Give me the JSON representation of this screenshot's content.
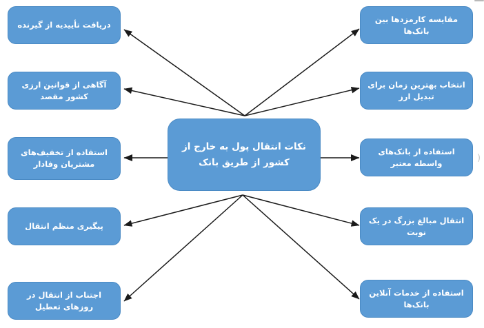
{
  "diagram": {
    "type": "mind-map",
    "language": "fa",
    "direction": "rtl",
    "title": "نکات انتقال پول به خارج از کشور از طریق بانک",
    "center": {
      "label": "نکات انتقال پول به خارج از کشور از طریق بانک",
      "line1": "نکات انتقال پول به خارج از",
      "line2": "کشور از طریق بانک"
    },
    "colors": {
      "node_fill": "#5B9BD5",
      "node_border": "#4A8AC4",
      "node_text": "#FFFFFF",
      "arrow": "#1A1A1A",
      "background": "#FFFFFF"
    },
    "left_branches": [
      {
        "label": "دریافت تأییدیه از گیرنده"
      },
      {
        "label": "آگاهی از قوانین ارزی کشور مقصد"
      },
      {
        "label": "استفاده از تخفیف‌های مشتریان وفادار"
      },
      {
        "label": "پیگیری منظم انتقال"
      },
      {
        "label": "اجتناب از انتقال در روزهای تعطیل"
      }
    ],
    "right_branches": [
      {
        "label": "مقایسه کارمزدها بین بانک‌ها"
      },
      {
        "label": "انتخاب بهترین زمان برای تبدیل ارز"
      },
      {
        "label": "استفاده از بانک‌های واسطه معتبر"
      },
      {
        "label": "انتقال مبالغ بزرگ در یک نوبت"
      },
      {
        "label": "استفاده از خدمات آنلاین بانک‌ها"
      }
    ],
    "edge_artifacts": {
      "right_partial_glyph": "("
    }
  }
}
